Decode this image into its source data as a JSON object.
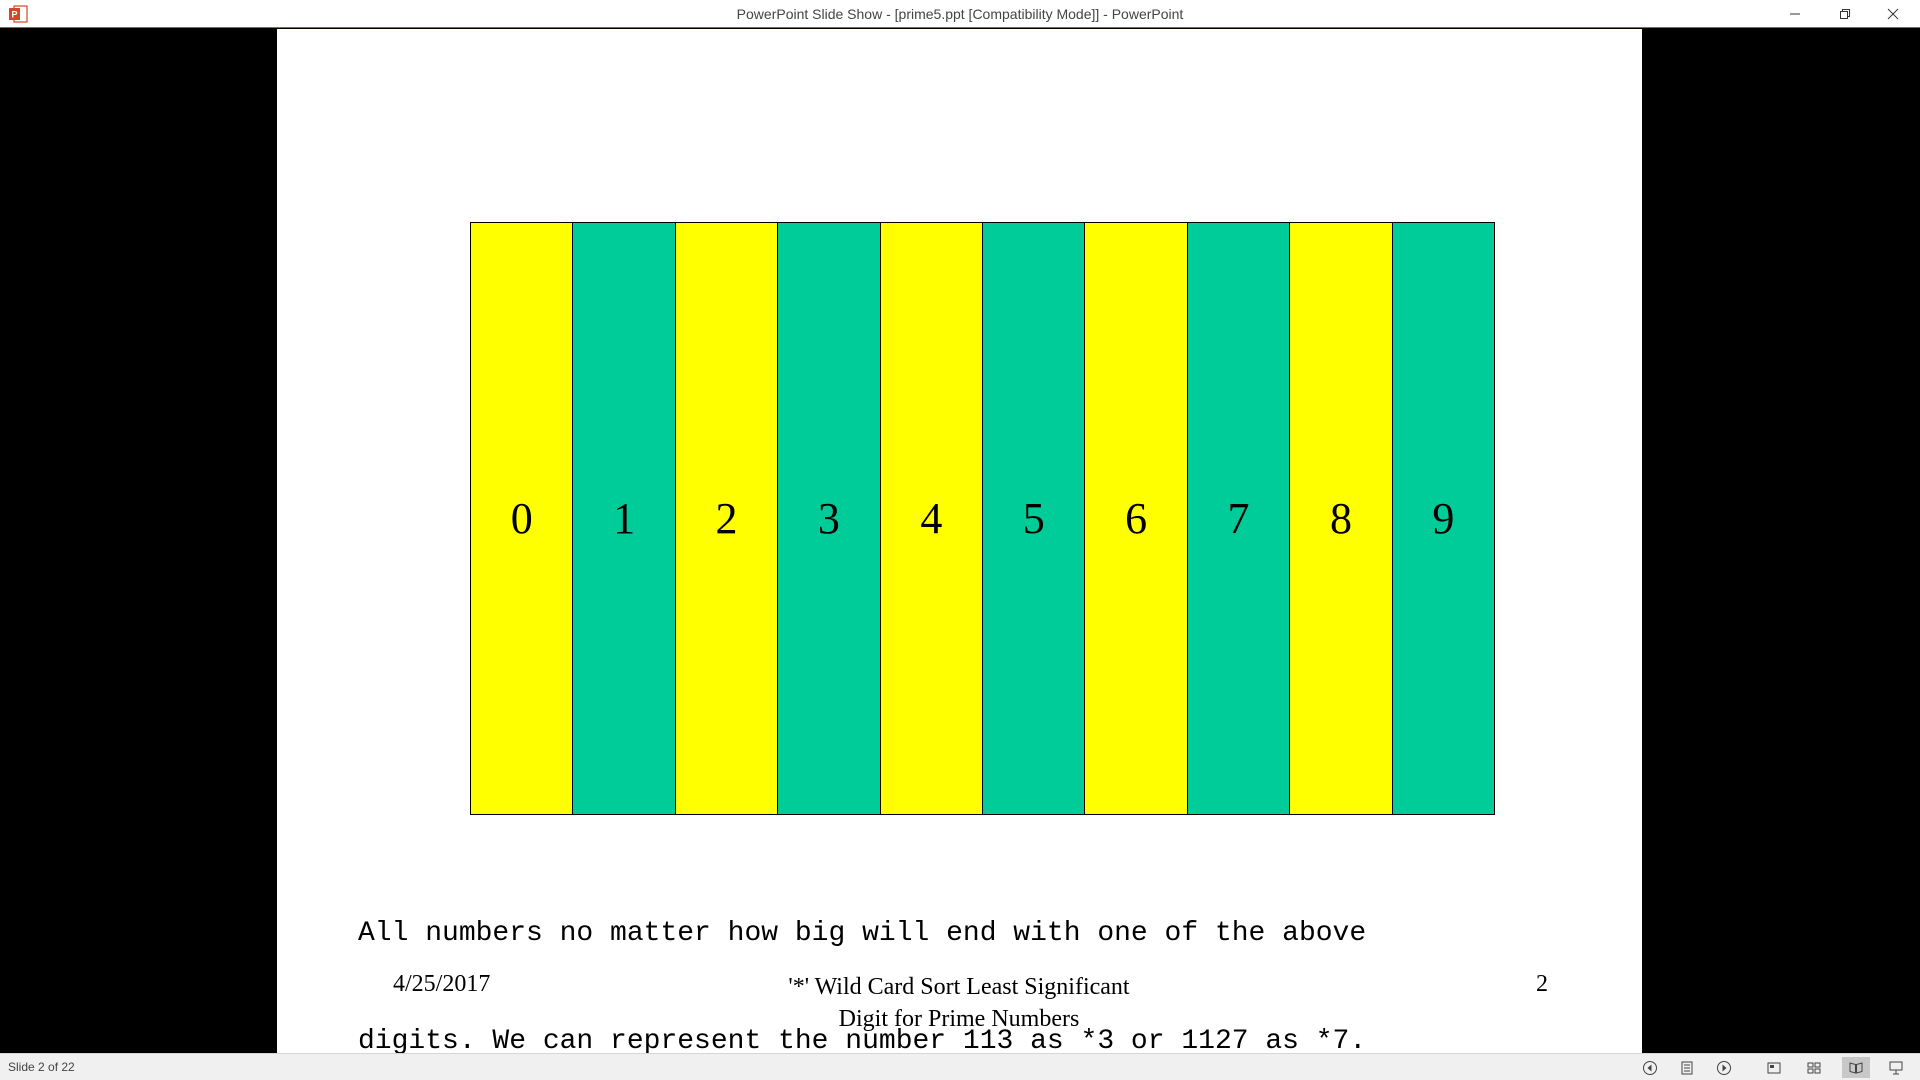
{
  "window": {
    "title": "PowerPoint Slide Show - [prime5.ppt [Compatibility Mode]] - PowerPoint",
    "app_icon": "powerpoint-icon",
    "accent_color": "#d24726"
  },
  "slide": {
    "digits": [
      {
        "label": "0",
        "color": "#ffff00"
      },
      {
        "label": "1",
        "color": "#00cc99"
      },
      {
        "label": "2",
        "color": "#ffff00"
      },
      {
        "label": "3",
        "color": "#00cc99"
      },
      {
        "label": "4",
        "color": "#ffff00"
      },
      {
        "label": "5",
        "color": "#00cc99"
      },
      {
        "label": "6",
        "color": "#ffff00"
      },
      {
        "label": "7",
        "color": "#00cc99"
      },
      {
        "label": "8",
        "color": "#ffff00"
      },
      {
        "label": "9",
        "color": "#00cc99"
      }
    ],
    "body_line1": "All numbers no matter how big will end with one of the above",
    "body_line2": "digits. We can represent the number 113 as *3 or 1127 as *7.",
    "footer": {
      "date": "4/25/2017",
      "title_line1": "'*' Wild Card Sort Least Significant",
      "title_line2": "Digit for Prime Numbers",
      "page_number": "2"
    }
  },
  "statusbar": {
    "slide_indicator": "Slide 2 of 22",
    "buttons": [
      "previous-icon",
      "slide-menu-icon",
      "next-icon",
      "normal-view-icon",
      "slide-sorter-icon",
      "reading-view-icon",
      "slide-show-icon"
    ]
  }
}
